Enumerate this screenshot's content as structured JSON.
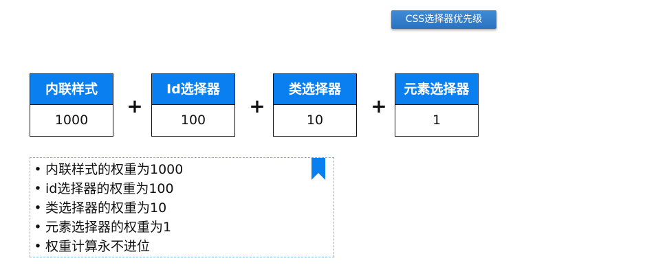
{
  "header": {
    "title": "CSS选择器优先级"
  },
  "boxes": [
    {
      "label": "内联样式",
      "value": "1000"
    },
    {
      "label": "Id选择器",
      "value": "100"
    },
    {
      "label": "类选择器",
      "value": "10"
    },
    {
      "label": "元素选择器",
      "value": "1"
    }
  ],
  "operators": [
    "+",
    "+",
    "+"
  ],
  "notes": {
    "bullet": "•",
    "items": [
      "内联样式的权重为1000",
      "id选择器的权重为100",
      "类选择器的权重为10",
      "元素选择器的权重为1",
      "权重计算永不进位"
    ],
    "icon": "bookmark-icon",
    "icon_color": "#0a7ff0"
  },
  "colors": {
    "box_header": "#0a7ff0",
    "title_bg": "#2f7ccb"
  }
}
